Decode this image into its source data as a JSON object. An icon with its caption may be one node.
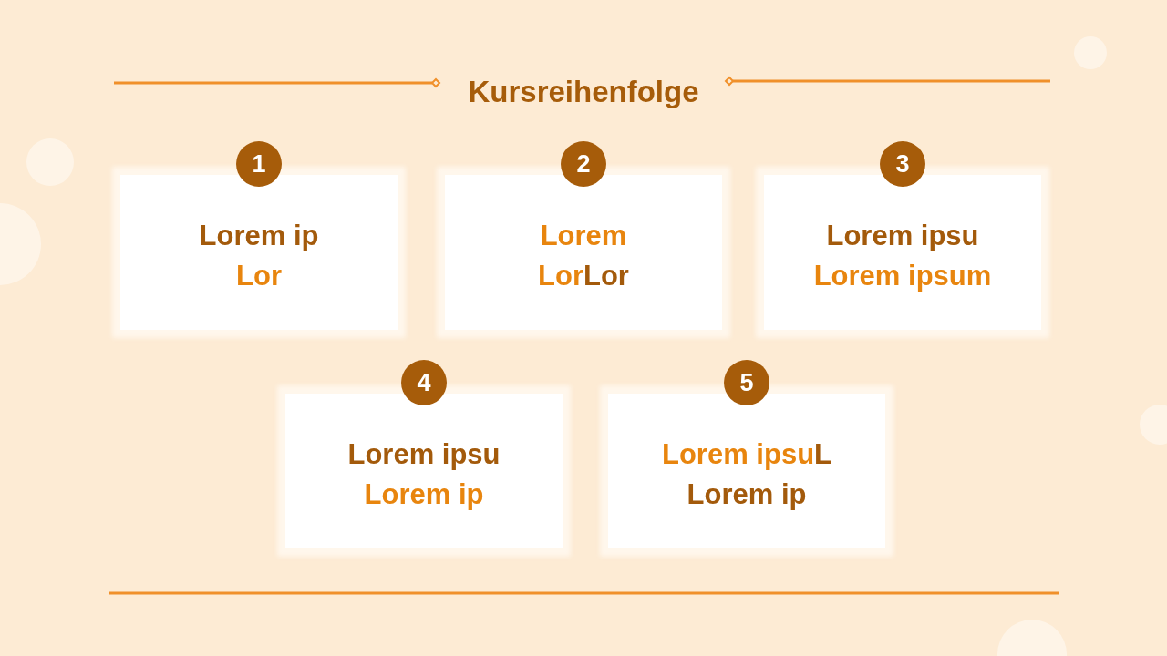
{
  "diagram": {
    "title": "Kursreihenfolge",
    "nodes": [
      {
        "text": [
          "1",
          "Lorem ip",
          "Lor"
        ]
      },
      {
        "text": [
          "2",
          "Lorem",
          "LorLor"
        ]
      },
      {
        "text": [
          "3",
          "Lorem ipsu",
          "Lorem ipsum"
        ]
      },
      {
        "text": [
          "4",
          "Lorem ipsu",
          "Lorem ip"
        ]
      },
      {
        "text": [
          "5",
          "Lorem ipsuL",
          "Lorem ip"
        ]
      }
    ]
  }
}
